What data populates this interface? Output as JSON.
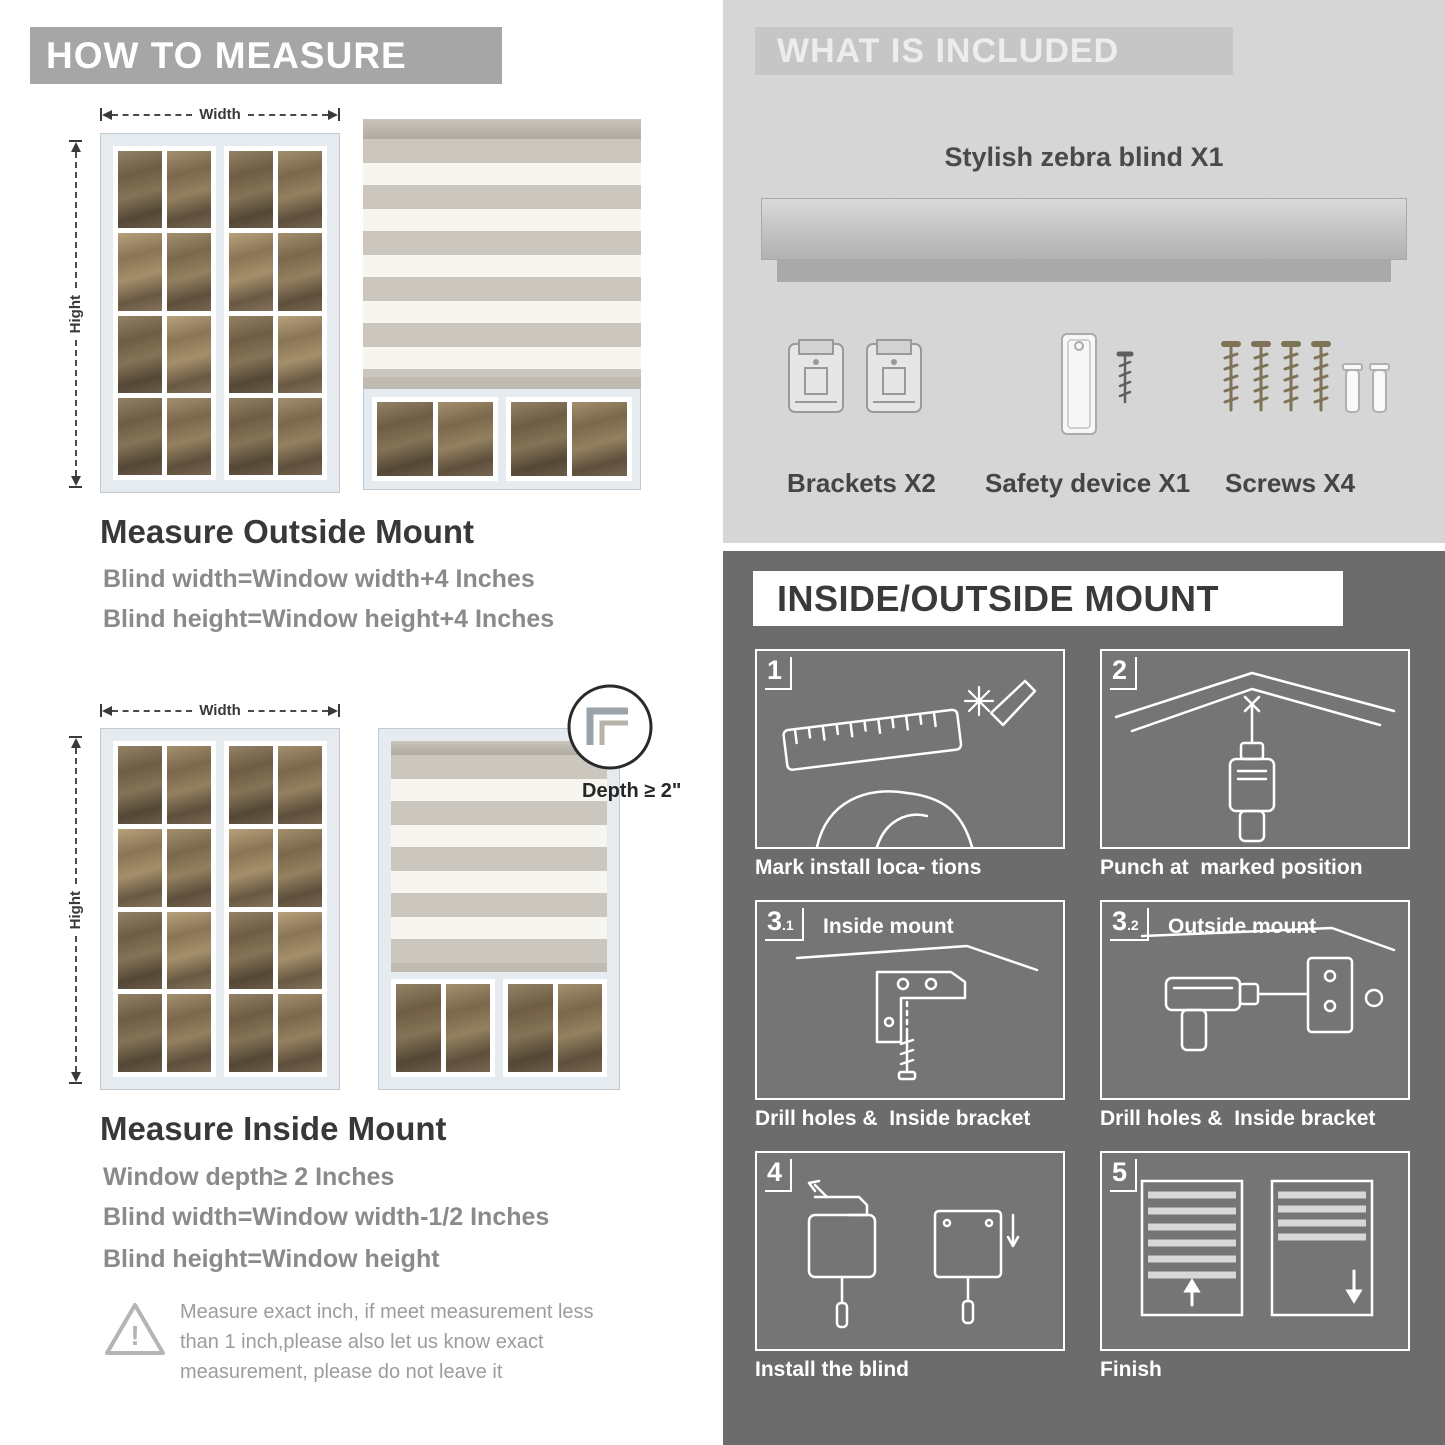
{
  "colors": {
    "banner_gray": "#a6a6a6",
    "light_section_bg": "#d6d6d6",
    "dark_section_bg": "#6c6c6c",
    "heading_dark": "#383838",
    "formula_gray": "#8a8a8a",
    "caption_white": "#ffffff"
  },
  "left": {
    "banner": "HOW TO MEASURE",
    "measure_labels": {
      "width": "Width",
      "height": "Hight"
    },
    "outside": {
      "title": "Measure Outside Mount",
      "formula_width": "Blind width=Window width+4 Inches",
      "formula_height": "Blind height=Window height+4 Inches"
    },
    "inside": {
      "title": "Measure Inside Mount",
      "depth_note": "Window depth≥ 2 Inches",
      "formula_width": "Blind width=Window width-1/2 Inches",
      "formula_height": "Blind height=Window height",
      "depth_label": "Depth ≥ 2\""
    },
    "warning_mark": "!",
    "warning": "Measure exact inch, if meet measurement less than 1 inch,please also let us know exact measurement, please do not leave it"
  },
  "right": {
    "included": {
      "banner": "WHAT IS INCLUDED",
      "product": "Stylish zebra blind X1",
      "items": [
        {
          "label": "Brackets X2"
        },
        {
          "label": "Safety device X1"
        },
        {
          "label": "Screws X4"
        }
      ]
    },
    "mount": {
      "banner": "INSIDE/OUTSIDE MOUNT",
      "steps": [
        {
          "num": "1",
          "sub": "",
          "title": "",
          "caption": "Mark install loca- tions"
        },
        {
          "num": "2",
          "sub": "",
          "title": "",
          "caption": "Punch at  marked position"
        },
        {
          "num": "3",
          "sub": ".1",
          "title": "Inside mount",
          "caption": "Drill holes &  Inside bracket"
        },
        {
          "num": "3",
          "sub": ".2",
          "title": "Outside mount",
          "caption": "Drill holes &  Inside bracket"
        },
        {
          "num": "4",
          "sub": "",
          "title": "",
          "caption": "Install the blind"
        },
        {
          "num": "5",
          "sub": "",
          "title": "",
          "caption": "Finish"
        }
      ]
    }
  }
}
